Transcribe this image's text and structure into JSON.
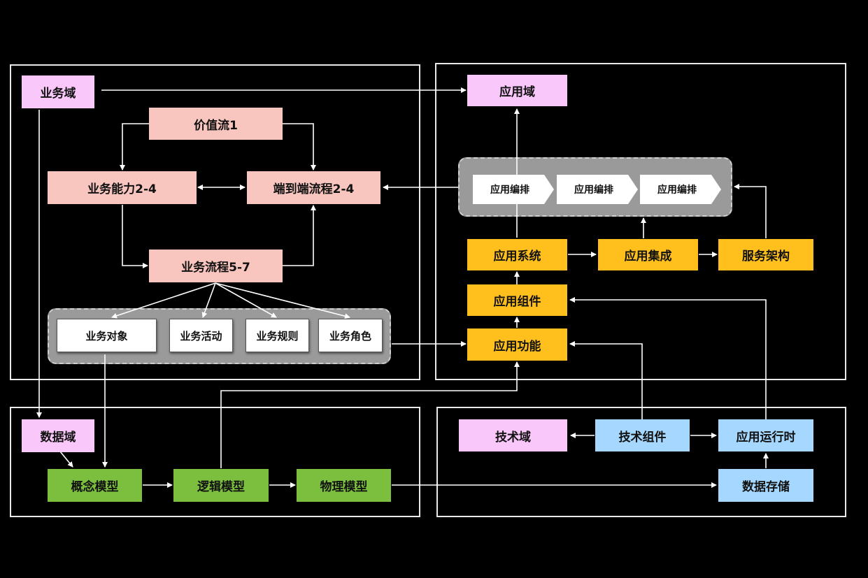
{
  "business": {
    "domain": "业务域",
    "value_stream": "价值流1",
    "capability": "业务能力2-4",
    "e2e_process": "端到端流程2-4",
    "process": "业务流程5-7",
    "elements": [
      "业务对象",
      "业务活动",
      "业务规则",
      "业务角色"
    ]
  },
  "application": {
    "domain": "应用域",
    "orchestration": [
      "应用编排",
      "应用编排",
      "应用编排"
    ],
    "system": "应用系统",
    "integration": "应用集成",
    "service_arch": "服务架构",
    "component": "应用组件",
    "function": "应用功能"
  },
  "data": {
    "domain": "数据域",
    "conceptual": "概念模型",
    "logical": "逻辑模型",
    "physical": "物理模型"
  },
  "technology": {
    "domain": "技术域",
    "component": "技术组件",
    "runtime": "应用运行时",
    "storage": "数据存储"
  },
  "colors": {
    "domain_pink": "#f9c7f9",
    "business_salmon": "#f8c6bf",
    "application_gold": "#ffc01d",
    "data_green": "#7cbf3e",
    "tech_blue": "#a6d8ff"
  }
}
